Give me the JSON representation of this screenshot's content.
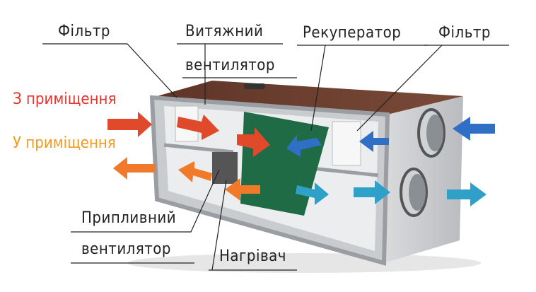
{
  "labels": {
    "filter_left": "Фільтр",
    "exhaust_fan_line1": "Витяжний",
    "exhaust_fan_line2": "вентилятор",
    "recuperator": "Рекуператор",
    "filter_right": "Фільтр",
    "supply_fan_line1": "Припливний",
    "supply_fan_line2": "вентилятор",
    "heater": "Нагрівач"
  },
  "flows": {
    "from_room": "З приміщення",
    "to_room": "У приміщення"
  },
  "colors": {
    "from_room": "#e8332c",
    "to_room": "#f29a1f",
    "warm_arrow": "#e04a2a",
    "supply_arrow": "#f07a2a",
    "cold_arrow": "#2f6fc6",
    "fresh_arrow": "#2fa0c8",
    "recuperator": "#1f6b45",
    "lid": "#6b3d2c"
  }
}
